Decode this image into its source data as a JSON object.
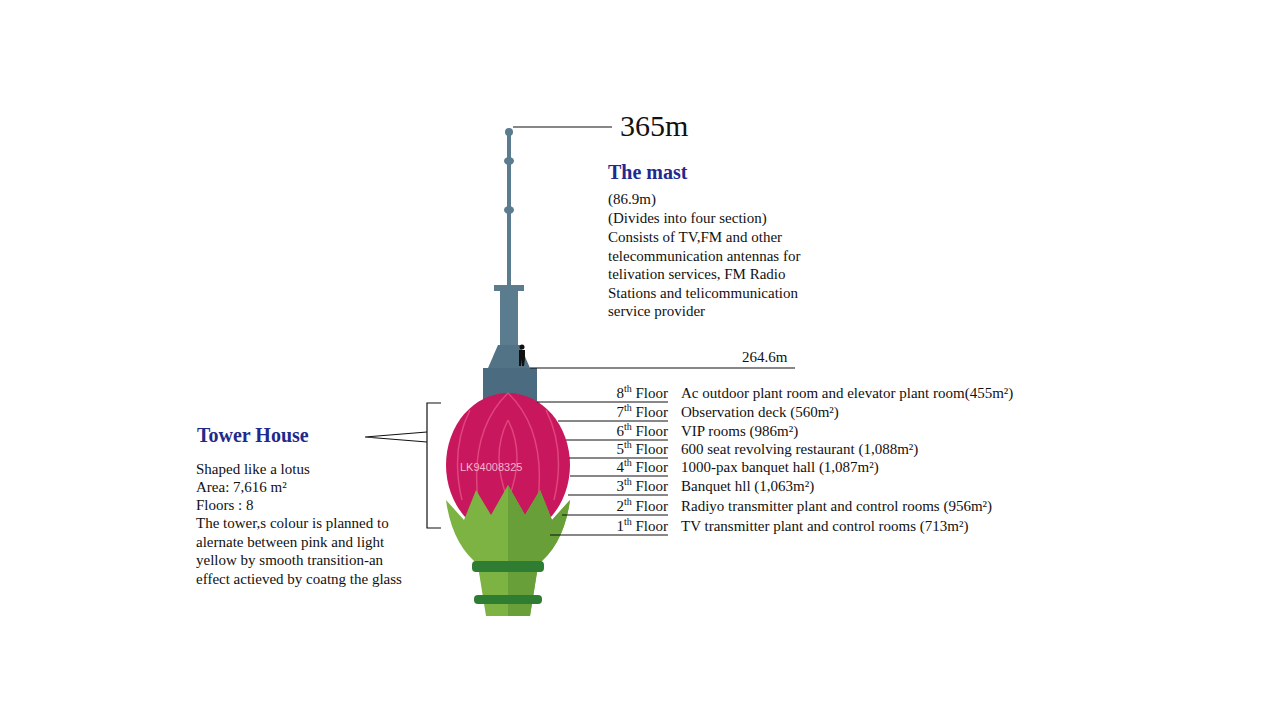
{
  "diagram": {
    "labels": [
      "365m",
      "The mast",
      "(86.9m)",
      "(Divides into four section)",
      "Consists of TV,FM and other telecommunication antennas for telivation services, FM Radio Stations and telicommunication service provider",
      "264.6m",
      "8th Floor",
      "Ac outdoor plant room and elevator plant room(455m²)",
      "7th Floor",
      "Observation deck (560m²)",
      "6th Floor",
      "VIP rooms (986m²)",
      "5th Floor",
      "600 seat revolving restaurant (1,088m²)",
      "4th Floor",
      "1000-pax banquet hall (1,087m²)",
      "3th Floor",
      "Banquet hll (1,063m²)",
      "2th Floor",
      "Radiyo transmitter plant and control rooms (956m²)",
      "1th Floor",
      "TV transmitter plant and control rooms (713m²)",
      "Tower House",
      "Shaped like a lotus",
      "Area: 7,616 m²",
      "Floors : 8",
      "The tower,s colour is planned to alernate between pink and light yellow by smooth transition-an effect actieved by coatng the glass",
      "LK94008325"
    ]
  }
}
